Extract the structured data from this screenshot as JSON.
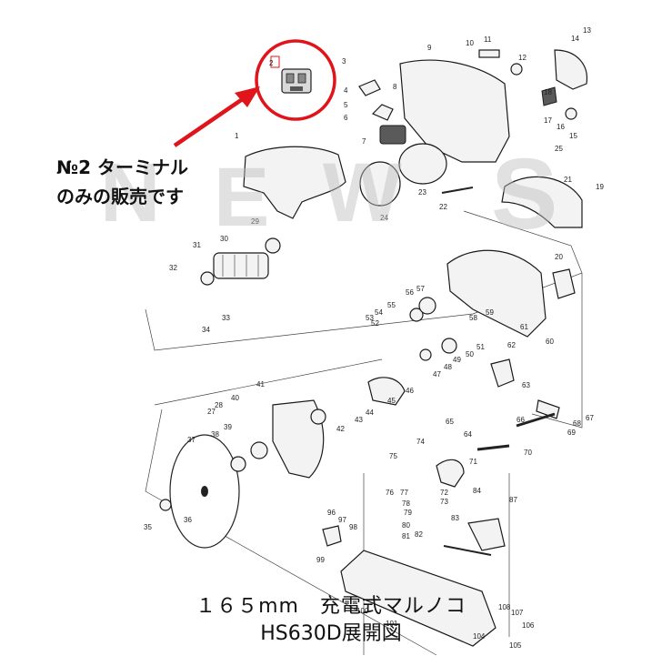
{
  "note": {
    "line1": "№2 ターミナル",
    "line2": "のみの販売です"
  },
  "watermark": [
    "N",
    "E",
    "W",
    "S"
  ],
  "caption": {
    "line1": "１６５mm　充電式マルノコ",
    "line2": "HS630D展開図"
  },
  "highlight": {
    "part_number": "2",
    "circle_color": "#e0141b",
    "arrow_color": "#e0141b"
  },
  "part_numbers": [
    "1",
    "2",
    "3",
    "4",
    "5",
    "6",
    "7",
    "8",
    "9",
    "10",
    "11",
    "12",
    "13",
    "14",
    "15",
    "16",
    "17",
    "18",
    "19",
    "20",
    "21",
    "22",
    "23",
    "24",
    "25",
    "27",
    "28",
    "29",
    "30",
    "31",
    "32",
    "33",
    "34",
    "35",
    "36",
    "37",
    "38",
    "39",
    "40",
    "41",
    "42",
    "43",
    "44",
    "45",
    "46",
    "47",
    "48",
    "49",
    "50",
    "51",
    "52",
    "53",
    "54",
    "55",
    "56",
    "57",
    "58",
    "59",
    "60",
    "61",
    "62",
    "63",
    "64",
    "65",
    "66",
    "67",
    "68",
    "69",
    "70",
    "71",
    "72",
    "73",
    "74",
    "75",
    "76",
    "77",
    "78",
    "79",
    "80",
    "81",
    "82",
    "83",
    "84",
    "87",
    "96",
    "97",
    "98",
    "99",
    "100",
    "101",
    "104",
    "105",
    "106",
    "107",
    "108"
  ]
}
